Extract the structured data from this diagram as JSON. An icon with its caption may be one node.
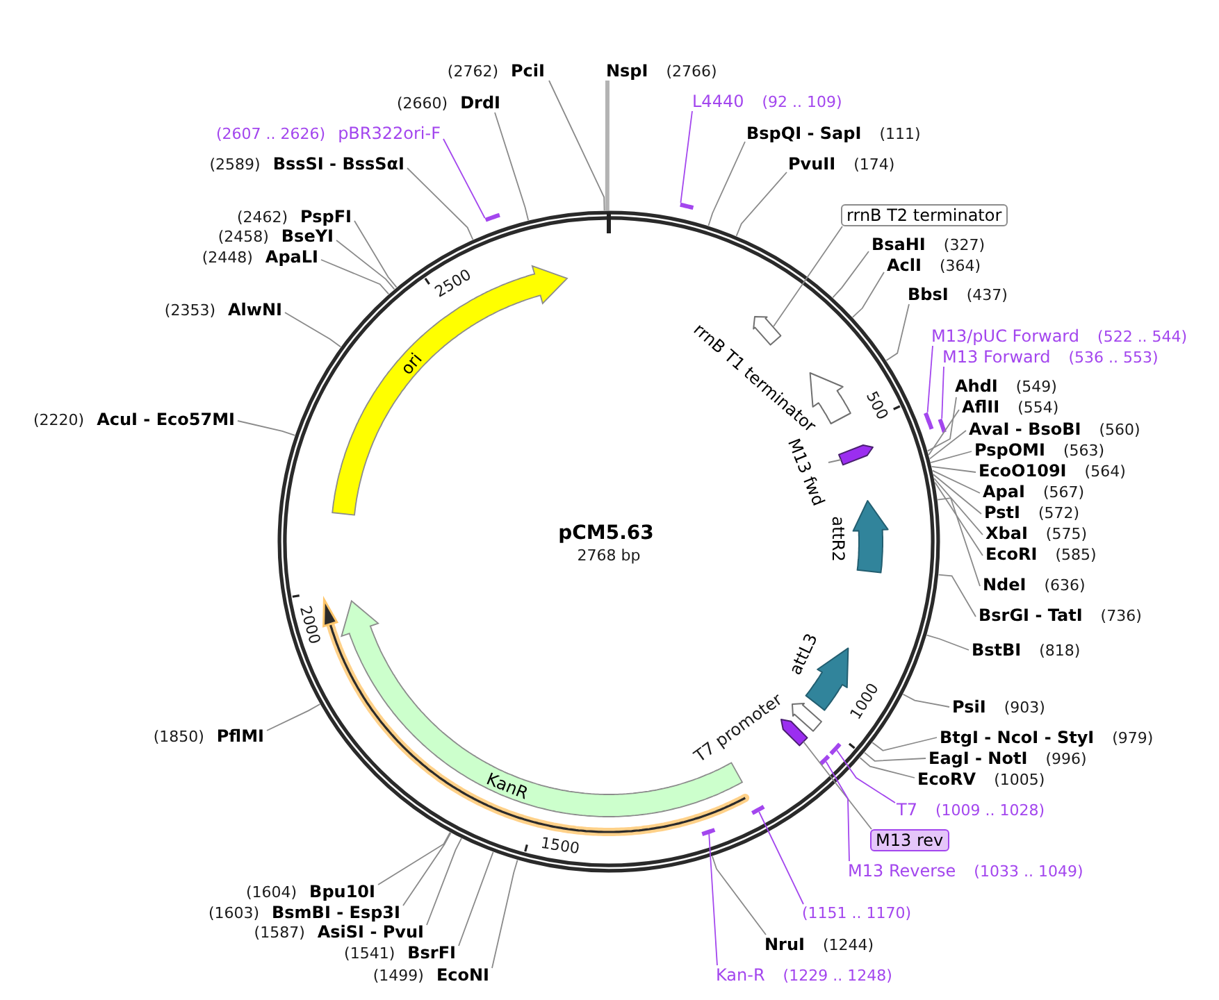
{
  "diagram": {
    "title": "pCM5.63",
    "nodes": [
      {
        "text": [
          "(2762)",
          "PciI"
        ]
      },
      {
        "text": [
          "NspI",
          "(2766)"
        ]
      },
      {
        "text": [
          "L4440",
          "(92 .. 109)"
        ]
      },
      {
        "text": [
          "BspQI - SapI",
          "(111)"
        ]
      },
      {
        "text": [
          "PvuII",
          "(174)"
        ]
      },
      {
        "text": [
          "rrnB T2 terminator"
        ]
      },
      {
        "text": [
          "BsaHI",
          "(327)"
        ]
      },
      {
        "text": [
          "AclI",
          "(364)"
        ]
      },
      {
        "text": [
          "BbsI",
          "(437)"
        ]
      },
      {
        "text": [
          "M13/pUC Forward",
          "(522 .. 544)"
        ]
      },
      {
        "text": [
          "M13 Forward",
          "(536 .. 553)"
        ]
      },
      {
        "text": [
          "AhdI",
          "(549)"
        ]
      },
      {
        "text": [
          "AflII",
          "(554)"
        ]
      },
      {
        "text": [
          "AvaI - BsoBI",
          "(560)"
        ]
      },
      {
        "text": [
          "PspOMI",
          "(563)"
        ]
      },
      {
        "text": [
          "EcoO109I",
          "(564)"
        ]
      },
      {
        "text": [
          "ApaI",
          "(567)"
        ]
      },
      {
        "text": [
          "PstI",
          "(572)"
        ]
      },
      {
        "text": [
          "XbaI",
          "(575)"
        ]
      },
      {
        "text": [
          "EcoRI",
          "(585)"
        ]
      },
      {
        "text": [
          "NdeI",
          "(636)"
        ]
      },
      {
        "text": [
          "BsrGI - TatI",
          "(736)"
        ]
      },
      {
        "text": [
          "BstBI",
          "(818)"
        ]
      },
      {
        "text": [
          "PsiI",
          "(903)"
        ]
      },
      {
        "text": [
          "BtgI - NcoI - StyI",
          "(979)"
        ]
      },
      {
        "text": [
          "EagI - NotI",
          "(996)"
        ]
      },
      {
        "text": [
          "EcoRV",
          "(1005)"
        ]
      },
      {
        "text": [
          "T7",
          "(1009 .. 1028)"
        ]
      },
      {
        "text": [
          "M13 rev"
        ]
      },
      {
        "text": [
          "M13 Reverse",
          "(1033 .. 1049)"
        ]
      },
      {
        "text": [
          "(1151 .. 1170)"
        ]
      },
      {
        "text": [
          "NruI",
          "(1244)"
        ]
      },
      {
        "text": [
          "Kan-R",
          "(1229 .. 1248)"
        ]
      },
      {
        "text": [
          "(2660)",
          "DrdI"
        ]
      },
      {
        "text": [
          "(2607 .. 2626)",
          "pBR322ori-F"
        ]
      },
      {
        "text": [
          "(2589)",
          "BssSI - BssSαI"
        ]
      },
      {
        "text": [
          "(2462)",
          "PspFI"
        ]
      },
      {
        "text": [
          "(2458)",
          "BseYI"
        ]
      },
      {
        "text": [
          "(2448)",
          "ApaLI"
        ]
      },
      {
        "text": [
          "(2353)",
          "AlwNI"
        ]
      },
      {
        "text": [
          "(2220)",
          "AcuI - Eco57MI"
        ]
      },
      {
        "text": [
          "(1850)",
          "PflMI"
        ]
      },
      {
        "text": [
          "(1604)",
          "Bpu10I"
        ]
      },
      {
        "text": [
          "(1603)",
          "BsmBI - Esp3I"
        ]
      },
      {
        "text": [
          "(1587)",
          "AsiSI - PvuI"
        ]
      },
      {
        "text": [
          "(1541)",
          "BsrFI"
        ]
      },
      {
        "text": [
          "(1499)",
          "EcoNI"
        ]
      },
      {
        "text": [
          "ori"
        ]
      },
      {
        "text": [
          "KanR"
        ]
      },
      {
        "text": [
          "M13 fwd"
        ]
      },
      {
        "text": [],
        "shape": "arrow"
      },
      {
        "text": [],
        "shape": "arrow",
        "beside": [
          "rrnB T1 terminator"
        ]
      },
      {
        "text": [],
        "shape": "arrow"
      },
      {
        "text": [],
        "shape": "arrow",
        "beside": [
          "attR2"
        ]
      },
      {
        "text": [],
        "shape": "arrow",
        "beside": [
          "attL3"
        ]
      },
      {
        "text": [],
        "shape": "arrow"
      },
      {
        "text": [],
        "shape": "arrow"
      },
      {
        "text": [],
        "shape": "bar"
      },
      {
        "text": [],
        "shape": "bar"
      },
      {
        "text": [],
        "shape": "bar"
      },
      {
        "text": [],
        "shape": "bar"
      },
      {
        "text": [],
        "shape": "bar"
      },
      {
        "text": [],
        "shape": "bar"
      },
      {
        "text": [],
        "shape": "bar"
      },
      {
        "text": [],
        "shape": "bar"
      }
    ],
    "edges": [
      {
        "from": 0,
        "to": null,
        "arrow": "none"
      },
      {
        "from": 1,
        "to": null,
        "arrow": "none",
        "style": "thick",
        "color": "#b3b3b3"
      },
      {
        "from": 2,
        "to": 57,
        "arrow": "none",
        "color": "#a346ee"
      },
      {
        "from": 3,
        "to": null,
        "arrow": "none"
      },
      {
        "from": 4,
        "to": null,
        "arrow": "none"
      },
      {
        "from": 5,
        "to": 50,
        "arrow": "none"
      },
      {
        "from": 6,
        "to": null,
        "arrow": "none"
      },
      {
        "from": 7,
        "to": null,
        "arrow": "none"
      },
      {
        "from": 8,
        "to": null,
        "arrow": "none"
      },
      {
        "from": 9,
        "to": 59,
        "arrow": "none",
        "color": "#a346ee"
      },
      {
        "from": 10,
        "to": 60,
        "arrow": "none",
        "color": "#a346ee"
      },
      {
        "from": 11,
        "to": null,
        "arrow": "none"
      },
      {
        "from": 12,
        "to": null,
        "arrow": "none"
      },
      {
        "from": 13,
        "to": null,
        "arrow": "none"
      },
      {
        "from": 14,
        "to": null,
        "arrow": "none"
      },
      {
        "from": 15,
        "to": null,
        "arrow": "none"
      },
      {
        "from": 16,
        "to": null,
        "arrow": "none"
      },
      {
        "from": 17,
        "to": null,
        "arrow": "none"
      },
      {
        "from": 18,
        "to": null,
        "arrow": "none"
      },
      {
        "from": 19,
        "to": null,
        "arrow": "none"
      },
      {
        "from": 20,
        "to": null,
        "arrow": "none"
      },
      {
        "from": 21,
        "to": null,
        "arrow": "none"
      },
      {
        "from": 22,
        "to": null,
        "arrow": "none"
      },
      {
        "from": 23,
        "to": null,
        "arrow": "none"
      },
      {
        "from": 24,
        "to": null,
        "arrow": "none"
      },
      {
        "from": 25,
        "to": null,
        "arrow": "none"
      },
      {
        "from": 26,
        "to": null,
        "arrow": "none"
      },
      {
        "from": 27,
        "to": 61,
        "arrow": "none",
        "color": "#a346ee"
      },
      {
        "from": 28,
        "to": 56,
        "arrow": "none"
      },
      {
        "from": 29,
        "to": 62,
        "arrow": "none",
        "color": "#a346ee"
      },
      {
        "from": 30,
        "to": 63,
        "arrow": "none",
        "color": "#a346ee"
      },
      {
        "from": 31,
        "to": null,
        "arrow": "none"
      },
      {
        "from": 32,
        "to": 64,
        "arrow": "none",
        "color": "#a346ee"
      },
      {
        "from": 33,
        "to": null,
        "arrow": "none"
      },
      {
        "from": 34,
        "to": 58,
        "arrow": "none",
        "color": "#a346ee"
      },
      {
        "from": 35,
        "to": null,
        "arrow": "none"
      },
      {
        "from": 36,
        "to": null,
        "arrow": "none"
      },
      {
        "from": 37,
        "to": null,
        "arrow": "none"
      },
      {
        "from": 38,
        "to": null,
        "arrow": "none"
      },
      {
        "from": 39,
        "to": null,
        "arrow": "none"
      },
      {
        "from": 40,
        "to": null,
        "arrow": "none"
      },
      {
        "from": 41,
        "to": null,
        "arrow": "none"
      },
      {
        "from": 42,
        "to": null,
        "arrow": "none"
      },
      {
        "from": 43,
        "to": null,
        "arrow": "none"
      },
      {
        "from": 44,
        "to": null,
        "arrow": "none"
      },
      {
        "from": 45,
        "to": null,
        "arrow": "none"
      },
      {
        "from": 46,
        "to": null,
        "arrow": "none"
      },
      {
        "from": 49,
        "to": 52,
        "arrow": "none"
      }
    ],
    "labels": [
      "2500",
      "500",
      "2768 bp",
      "2000",
      "1000",
      "T7 promoter",
      "1500"
    ]
  }
}
